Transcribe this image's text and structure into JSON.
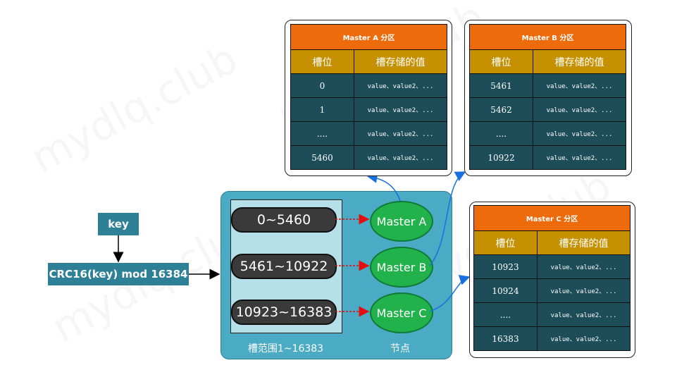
{
  "input": {
    "key_label": "key",
    "hash_label": "CRC16(key) mod 16384"
  },
  "slot_panel": {
    "ranges": [
      "0~5460",
      "5461~10922",
      "10923~16383"
    ],
    "range_caption": "槽范围1~16383",
    "node_caption": "节点"
  },
  "masters": [
    "Master A",
    "Master B",
    "Master C"
  ],
  "tables": [
    {
      "title": "Master A 分区",
      "headers": [
        "槽位",
        "槽存储的值"
      ],
      "rows": [
        {
          "slot": "0",
          "value": "value、value2、..."
        },
        {
          "slot": "1",
          "value": "value、value2、..."
        },
        {
          "slot": "....",
          "value": "value、value2、..."
        },
        {
          "slot": "5460",
          "value": "value、value2、..."
        }
      ]
    },
    {
      "title": "Master B 分区",
      "headers": [
        "槽位",
        "槽存储的值"
      ],
      "rows": [
        {
          "slot": "5461",
          "value": "value、value2、..."
        },
        {
          "slot": "5462",
          "value": "value、value2、..."
        },
        {
          "slot": "....",
          "value": "value、value2、..."
        },
        {
          "slot": "10922",
          "value": "value、value2、..."
        }
      ]
    },
    {
      "title": "Master C 分区",
      "headers": [
        "槽位",
        "槽存储的值"
      ],
      "rows": [
        {
          "slot": "10923",
          "value": "value、value2、..."
        },
        {
          "slot": "10924",
          "value": "value、value2、..."
        },
        {
          "slot": "....",
          "value": "value、value2、..."
        },
        {
          "slot": "16383",
          "value": "value、value2、..."
        }
      ]
    }
  ],
  "colors": {
    "panel_bg": "#4baac4",
    "inner_panel_bg": "#b5dfe9",
    "title_orange": "#ee6b0c",
    "header_gold": "#c59102",
    "cell_teal": "#1e4d5a",
    "master_green": "#21b24b",
    "range_pill": "#3a3a3a",
    "key_box": "#2e8096",
    "arrow_red": "#e01010",
    "arrow_blue": "#1a6fe0"
  },
  "watermark": "mydlq.club"
}
